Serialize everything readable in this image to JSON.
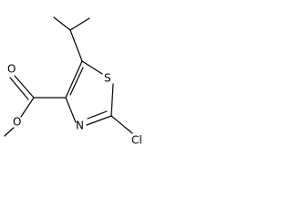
{
  "molecule": {
    "atoms": {
      "ester_oxygen": "O",
      "carbonyl_oxygen": "O",
      "sulfur": "S",
      "nitrogen": "N",
      "chlorine": "Cl"
    }
  }
}
